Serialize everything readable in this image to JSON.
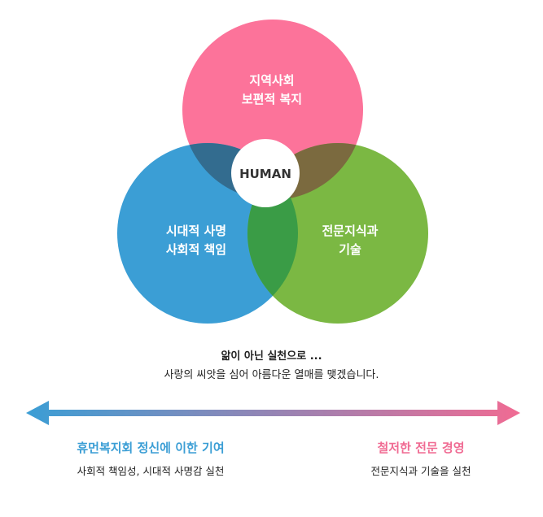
{
  "diagram": {
    "circles": {
      "top": {
        "lines": [
          "지역사회",
          "보편적 복지"
        ],
        "color": "#fc739a"
      },
      "left": {
        "lines": [
          "시대적 사명",
          "사회적 책임"
        ],
        "color": "#3b9ed5"
      },
      "right": {
        "lines": [
          "전문지식과",
          "기술"
        ],
        "color": "#7bb843"
      }
    },
    "overlaps": {
      "top_left": "#336c8f",
      "top_right": "#7b6a3f",
      "left_right": "#3a9c46"
    },
    "center": {
      "label": "HUMAN",
      "color": "#ffffff"
    }
  },
  "caption": {
    "title": "앎이 아닌 실천으로 ...",
    "subtitle": "사랑의 씨앗을 심어 아름다운 열매를 맺겠습니다."
  },
  "axis": {
    "left": {
      "title": "휴먼복지회 정신에 이한 기여",
      "subtitle": "사회적 책임성, 시대적 사명감 실천",
      "color": "#3b9ed5"
    },
    "right": {
      "title": "철저한 전문 경영",
      "subtitle": "전문지식과 기술을 실천",
      "color": "#f06b93"
    }
  }
}
